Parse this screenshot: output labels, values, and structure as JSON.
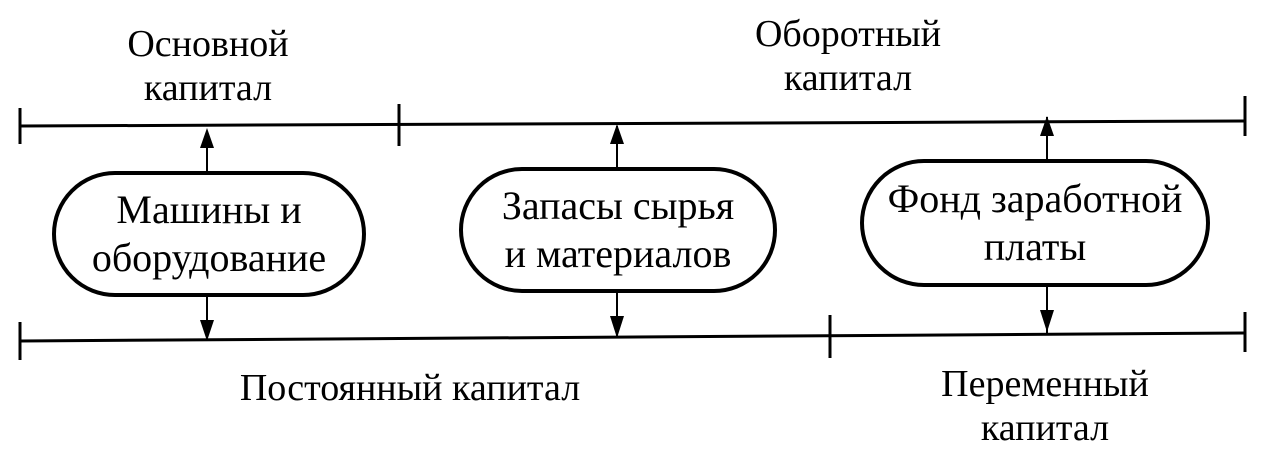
{
  "top_labels": {
    "fixed_capital": [
      "Основной",
      "капитал"
    ],
    "working_capital": [
      "Оборотный",
      "капитал"
    ]
  },
  "bottom_labels": {
    "constant_capital": [
      "Постоянный капитал"
    ],
    "variable_capital": [
      "Переменный",
      "капитал"
    ]
  },
  "nodes": [
    {
      "id": "machines",
      "lines": [
        "Машины и",
        "оборудование"
      ]
    },
    {
      "id": "materials",
      "lines": [
        "Запасы сырья",
        "и материалов"
      ]
    },
    {
      "id": "wages",
      "lines": [
        "Фонд заработной",
        "платы"
      ]
    }
  ],
  "colors": {
    "ink": "#000000",
    "background": "#ffffff"
  }
}
